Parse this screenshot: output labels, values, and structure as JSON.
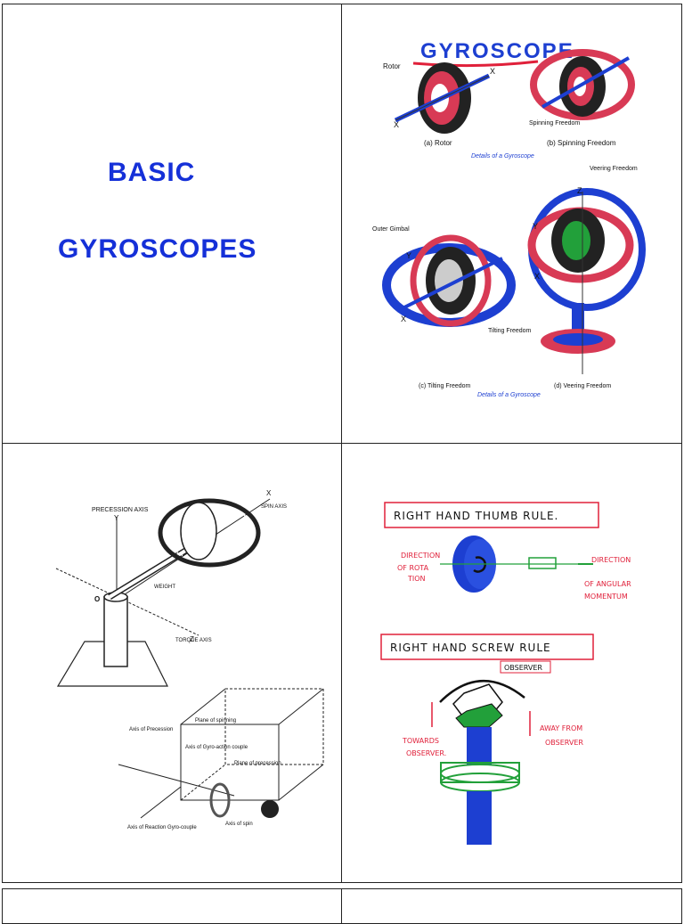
{
  "slide1": {
    "title_line1": "BASIC",
    "title_line2": "GYROSCOPES"
  },
  "slide2": {
    "heading": "GYROSCOPE",
    "rotor_label": "Rotor",
    "spinning_freedom_label": "Spinning Freedom",
    "caption_a": "(a) Rotor",
    "caption_b": "(b) Spinning Freedom",
    "details_caption_top": "Details of a Gyroscope",
    "veering_freedom_label": "Veering Freedom",
    "outer_gimbal_label": "Outer Gimbal",
    "tilting_freedom_label": "Tilting Freedom",
    "caption_c": "(c) Tilting Freedom",
    "caption_d": "(d) Veering Freedom",
    "details_caption_bottom": "Details of a Gyroscope",
    "axis_x": "X",
    "axis_y": "Y",
    "axis_z": "Z"
  },
  "slide3": {
    "precession_axis_label": "PRECESSION AXIS",
    "spin_axis_label": "SPIN AXIS",
    "weight_label": "WEIGHT",
    "torque_axis_label": "TORQUE AXIS",
    "origin_label": "O",
    "axis_x": "X",
    "axis_y": "Y",
    "axis_z": "Z",
    "plane_spinning_label": "Plane of spinning",
    "axis_precession_label": "Axis of Precession",
    "axis_gyro_couple_label": "Axis of Gyro-action couple",
    "plane_precession_label": "Plane of precession",
    "axis_reaction_label": "Axis of Reaction Gyro-couple",
    "axis_spin_label": "Axis of spin"
  },
  "slide4": {
    "thumb_rule_title": "RIGHT HAND THUMB RULE.",
    "direction_rotation_label_1": "DIRECTION",
    "direction_rotation_label_2": "OF ROTA",
    "direction_rotation_label_3": "TION",
    "direction_momentum_label_1": "DIRECTION",
    "direction_momentum_label_2": "OF ANGULAR",
    "direction_momentum_label_3": "MOMENTUM",
    "screw_rule_title": "RIGHT HAND SCREW RULE",
    "observer_label": "OBSERVER",
    "towards_label_1": "TOWARDS",
    "towards_label_2": "OBSERVER.",
    "away_label_1": "AWAY FROM",
    "away_label_2": "OBSERVER"
  },
  "colors": {
    "title_blue": "#1530d8",
    "ink_red": "#e0203a",
    "ink_blue": "#1d3fd1",
    "ink_green": "#22a03a"
  }
}
